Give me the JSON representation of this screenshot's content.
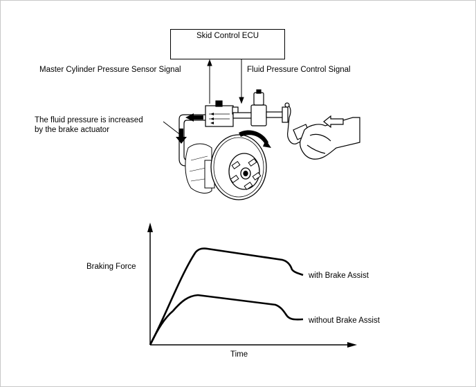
{
  "ecu": {
    "title": "Skid Control ECU"
  },
  "signals": {
    "master_cylinder": "Master Cylinder Pressure Sensor Signal",
    "fluid_pressure_control": "Fluid Pressure Control Signal"
  },
  "annotation": {
    "line1": "The fluid pressure is increased",
    "line2": "by the brake actuator"
  },
  "chart": {
    "ylabel": "Braking Force",
    "xlabel": "Time",
    "series": [
      {
        "name": "with Brake Assist"
      },
      {
        "name": "without Brake Assist"
      }
    ]
  }
}
